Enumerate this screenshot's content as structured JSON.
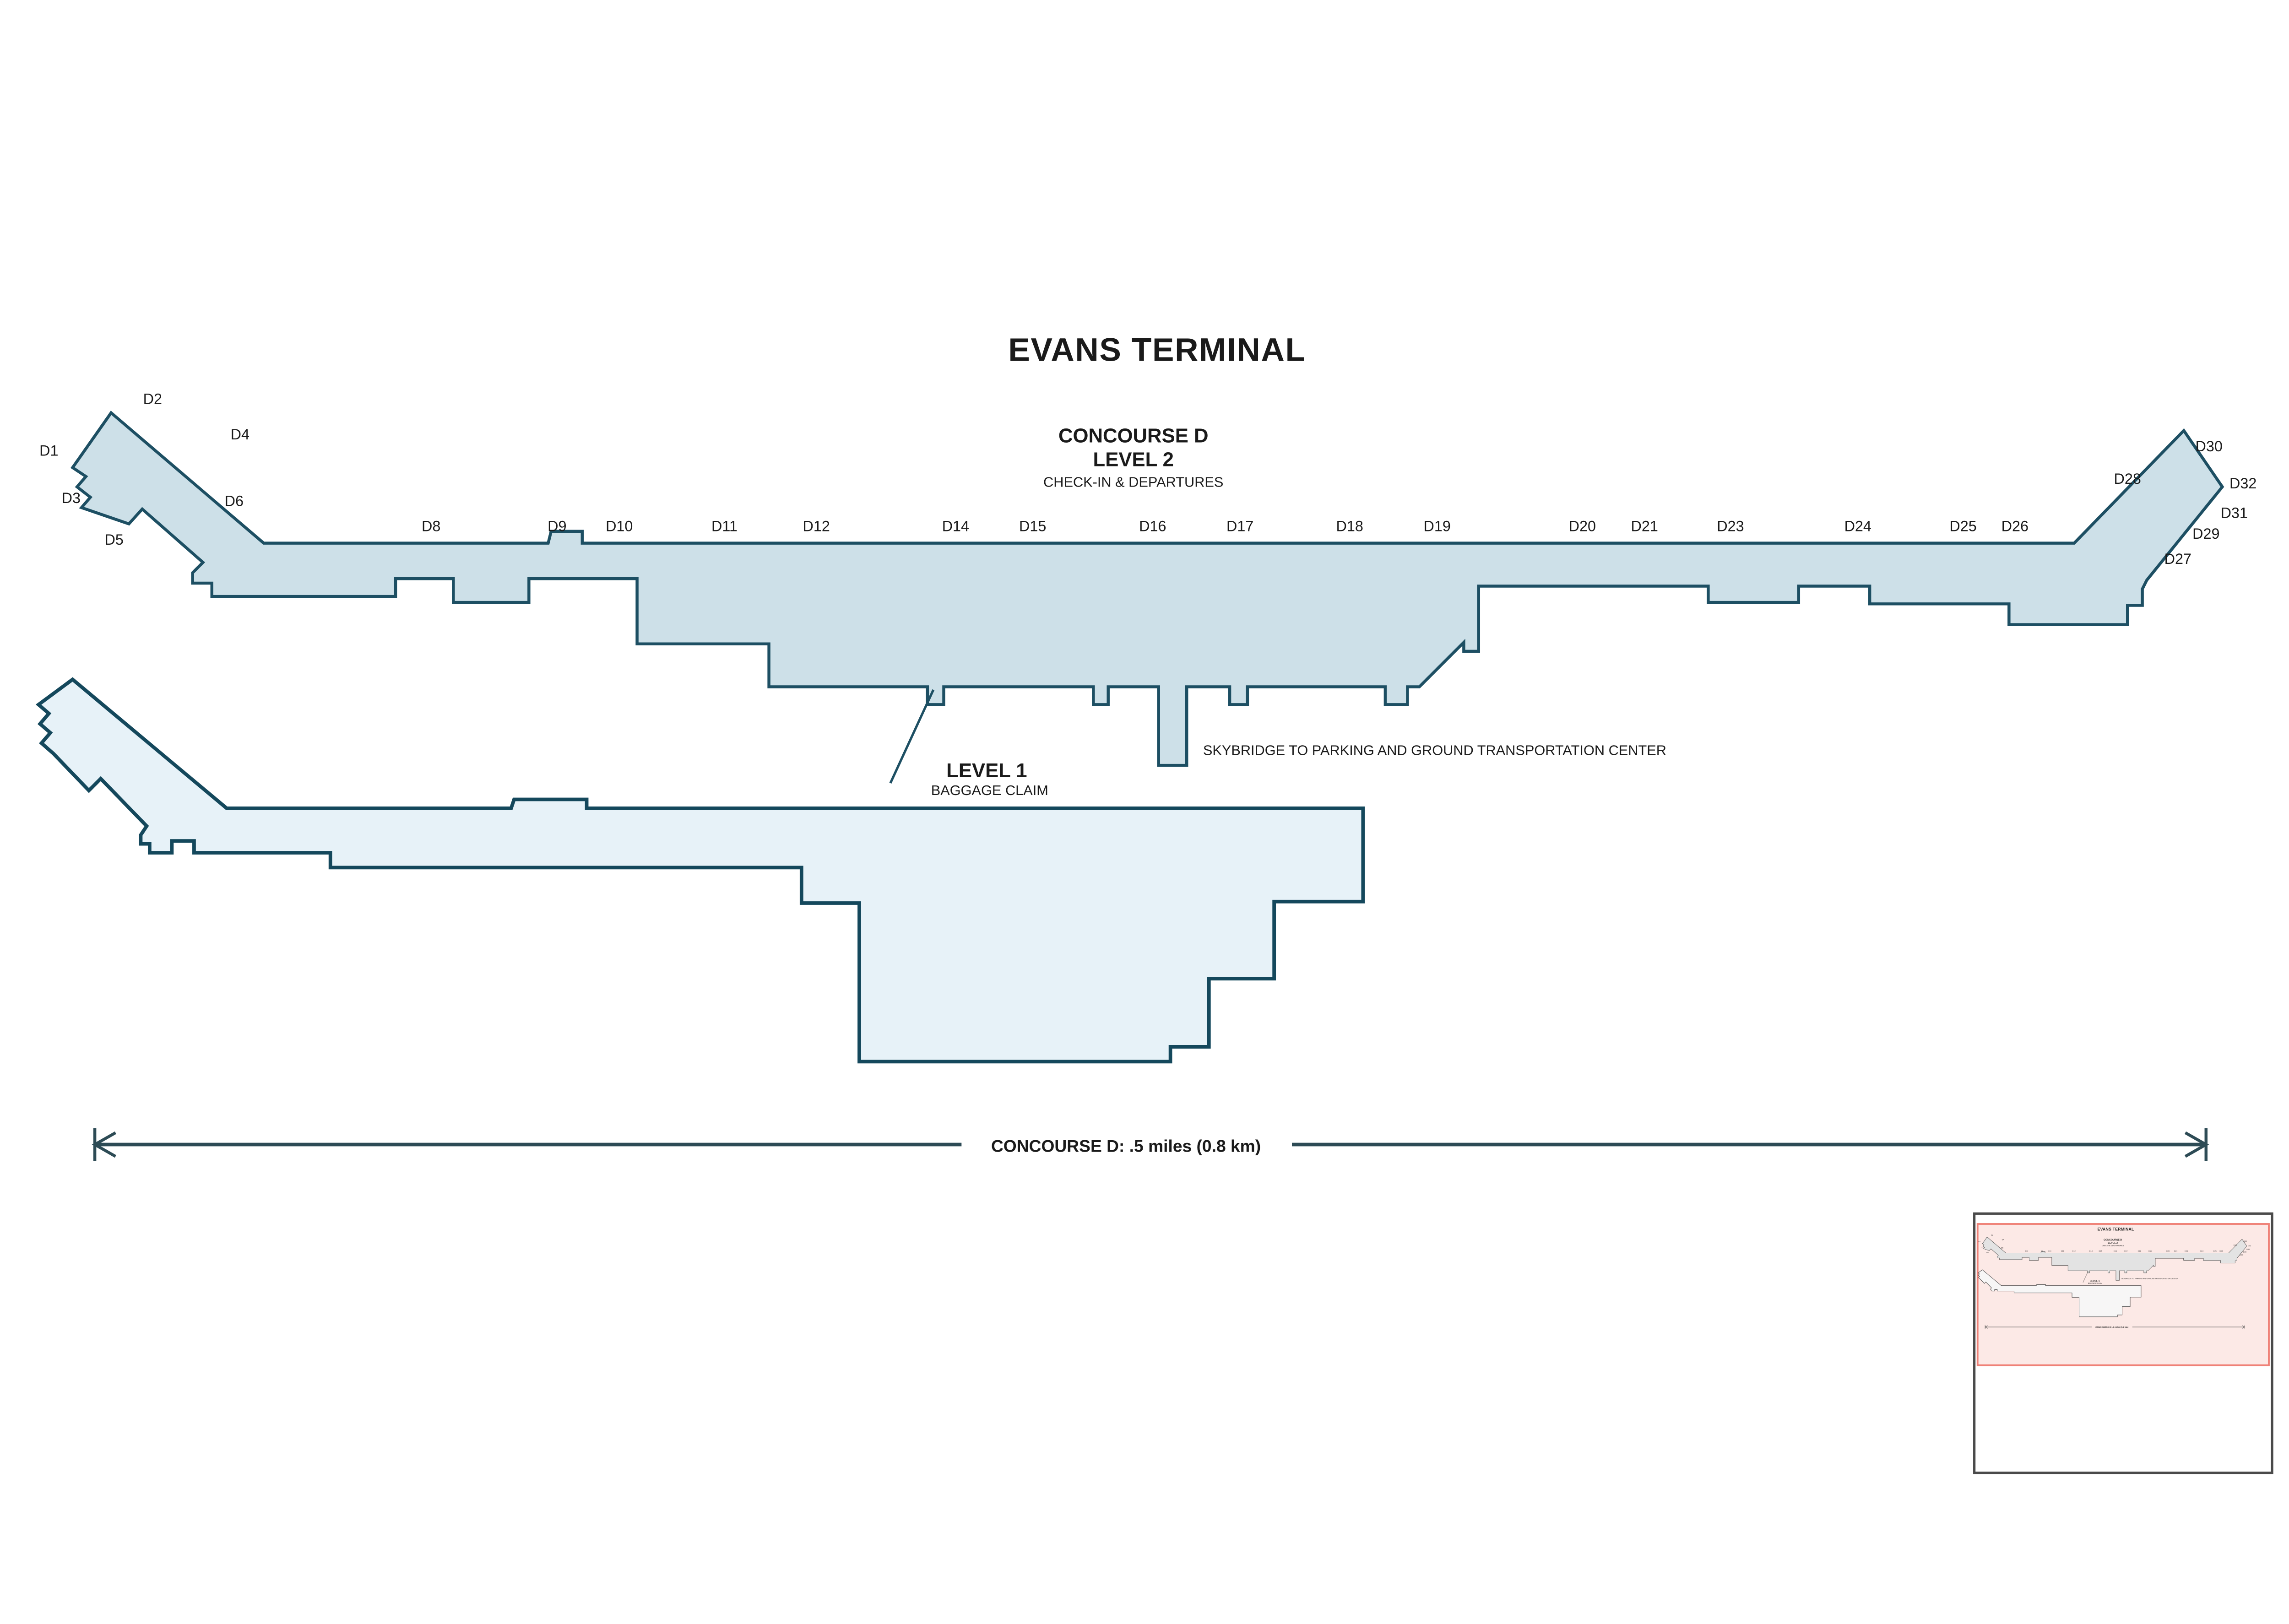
{
  "title": "EVANS TERMINAL",
  "concourse": {
    "name": "CONCOURSE D",
    "level": "LEVEL 2",
    "sublabel": "CHECK-IN & DEPARTURES"
  },
  "level1": {
    "name": "LEVEL 1",
    "sublabel": "BAGGAGE CLAIM"
  },
  "skybridge_label": "SKYBRIDGE TO PARKING AND GROUND TRANSPORTATION CENTER",
  "scale_bar": {
    "label": "CONCOURSE D: .5 miles (0.8 km)"
  },
  "gates": {
    "left_arm": [
      {
        "id": "D1"
      },
      {
        "id": "D2"
      },
      {
        "id": "D3"
      },
      {
        "id": "D4"
      },
      {
        "id": "D5"
      },
      {
        "id": "D6"
      }
    ],
    "top_row": [
      {
        "id": "D8"
      },
      {
        "id": "D9"
      },
      {
        "id": "D10"
      },
      {
        "id": "D11"
      },
      {
        "id": "D12"
      },
      {
        "id": "D14"
      },
      {
        "id": "D15"
      },
      {
        "id": "D16"
      },
      {
        "id": "D17"
      },
      {
        "id": "D18"
      },
      {
        "id": "D19"
      },
      {
        "id": "D20"
      },
      {
        "id": "D21"
      },
      {
        "id": "D23"
      },
      {
        "id": "D24"
      },
      {
        "id": "D25"
      },
      {
        "id": "D26"
      }
    ],
    "right_arm": [
      {
        "id": "D27"
      },
      {
        "id": "D28"
      },
      {
        "id": "D29"
      },
      {
        "id": "D30"
      },
      {
        "id": "D31"
      },
      {
        "id": "D32"
      }
    ]
  },
  "colors": {
    "level2_fill": "#cde0e8",
    "level2_outline": "#1d4f63",
    "level1_fill": "#e7f2f8",
    "level1_outline": "#14485c",
    "scale_color": "#2d4b55",
    "inset_pink": "#fce9e6",
    "inset_red": "#ef8177",
    "inset_card_fill": "#ffffff",
    "inset_card_border": "#4a4a4a"
  }
}
